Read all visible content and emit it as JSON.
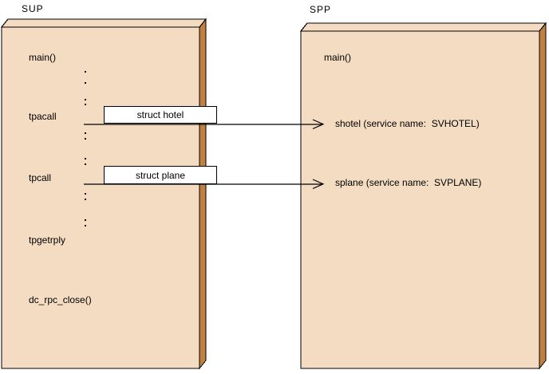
{
  "colors": {
    "background": "#ffffff",
    "panel_face": "#f4dcc3",
    "panel_side": "#c0803f",
    "outline": "#000000",
    "message_box_fill": "#ffffff",
    "text": "#000000"
  },
  "left_panel": {
    "title": "SUP",
    "calls": [
      "main()",
      "tpacall",
      "tpcall",
      "tpgetrply",
      "dc_rpc_close()"
    ]
  },
  "right_panel": {
    "title": "SPP",
    "services": [
      "main()",
      "shotel (service name:  SVHOTEL)",
      "splane (service name:  SVPLANE)"
    ]
  },
  "arrows": [
    {
      "from": "tpacall",
      "to": "shotel",
      "label": "struct hotel"
    },
    {
      "from": "tpcall",
      "to": "splane",
      "label": "struct plane"
    }
  ]
}
